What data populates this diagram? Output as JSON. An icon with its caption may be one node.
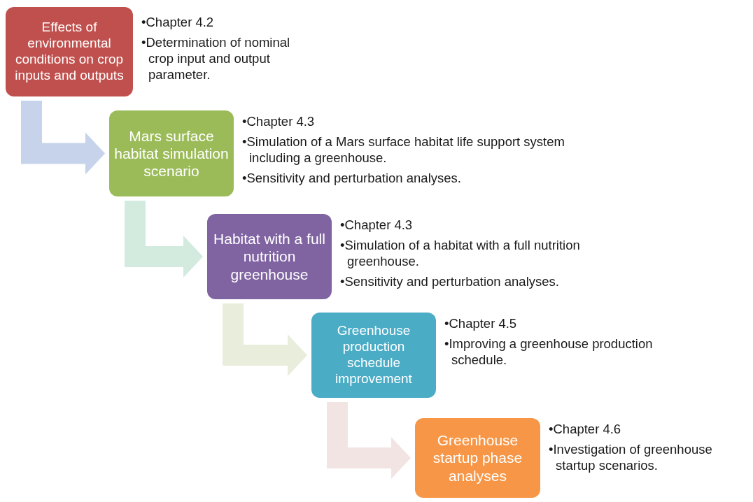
{
  "diagram": {
    "nodes": [
      {
        "text": [
          "Effects of environmental conditions on crop inputs and outputs"
        ],
        "beside": [
          "•Chapter 4.2",
          "•Determination of nominal crop input and output parameter."
        ]
      },
      {
        "text": [
          "Mars surface habitat simulation scenario"
        ],
        "beside": [
          "•Chapter 4.3",
          "•Simulation of a Mars surface habitat life support system including a greenhouse.",
          "•Sensitivity and perturbation analyses."
        ]
      },
      {
        "text": [
          "Habitat with a full nutrition greenhouse"
        ],
        "beside": [
          "•Chapter 4.3",
          "•Simulation of a habitat with a full nutrition greenhouse.",
          "•Sensitivity and perturbation analyses."
        ]
      },
      {
        "text": [
          "Greenhouse production schedule improvement"
        ],
        "beside": [
          "•Chapter 4.5",
          "•Improving a greenhouse production schedule."
        ]
      },
      {
        "text": [
          "Greenhouse startup phase analyses"
        ],
        "beside": [
          "•Chapter 4.6",
          "•Investigation of greenhouse startup scenarios."
        ]
      }
    ],
    "edges": [
      {
        "from": 0,
        "to": 1,
        "arrow": "to",
        "color": "#c6d3ea"
      },
      {
        "from": 1,
        "to": 2,
        "arrow": "to",
        "color": "#d3eadf"
      },
      {
        "from": 2,
        "to": 3,
        "arrow": "to",
        "color": "#e9eedc"
      },
      {
        "from": 3,
        "to": 4,
        "arrow": "to",
        "color": "#f3e4e4"
      }
    ]
  }
}
